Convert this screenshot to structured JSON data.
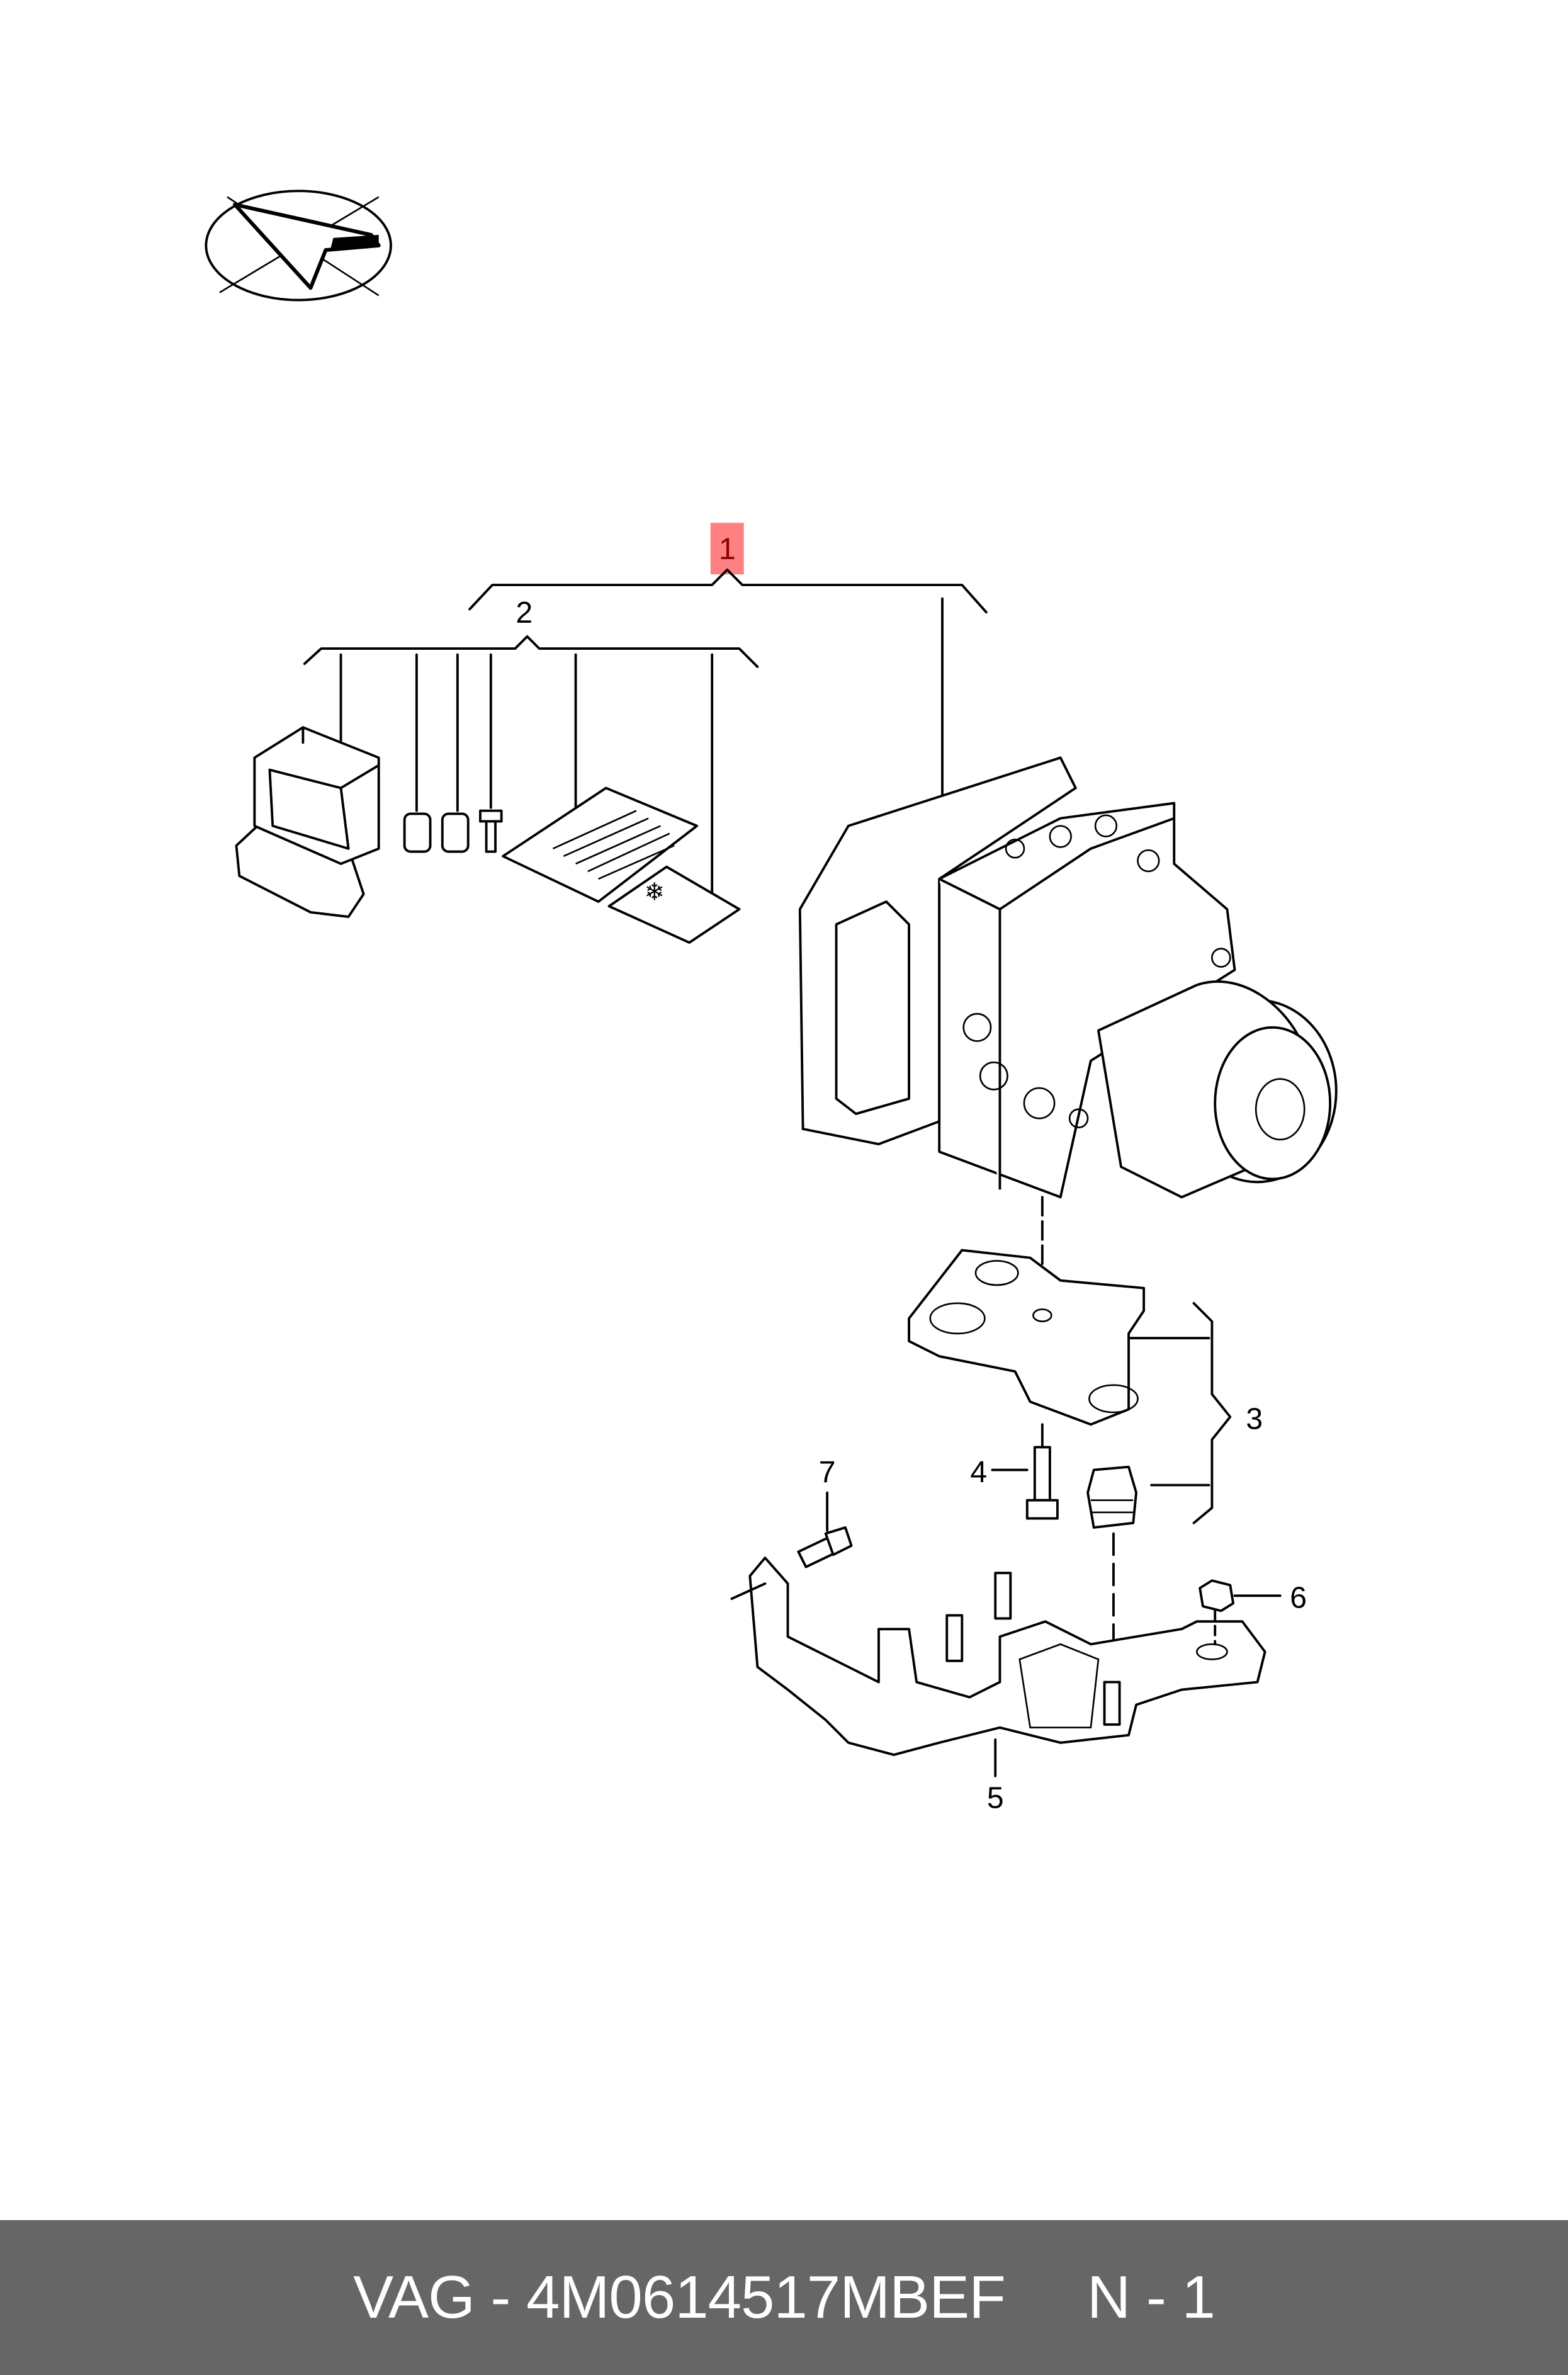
{
  "diagram": {
    "callouts": {
      "c1": "1",
      "c2": "2",
      "c3": "3",
      "c4": "4",
      "c5": "5",
      "c6": "6",
      "c7": "7"
    },
    "highlight_color": "#ff8080",
    "highlight_text_color": "#8b0000"
  },
  "footer": {
    "part_label": "VAG - 4M0614517MBEF",
    "quantity_label": "N - 1",
    "background": "#666666"
  }
}
